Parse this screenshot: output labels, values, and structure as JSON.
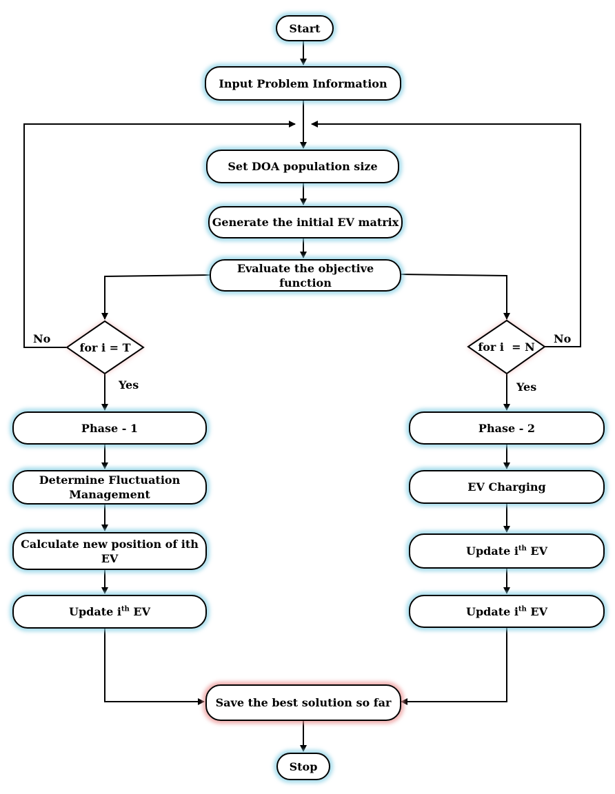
{
  "nodes": {
    "start": "Start",
    "input": "Input Problem Information",
    "set_pop": "Set DOA population size",
    "gen_matrix": "Generate the initial EV matrix",
    "evaluate": "Evaluate the objective function",
    "decision_left": "for i = T",
    "decision_right": "for i  = N",
    "phase1": "Phase - 1",
    "fluct_line1": "Determine Fluctuation",
    "fluct_line2": "Management",
    "calc_line1": "Calculate new position of ith",
    "calc_line2": "EV",
    "update_prefix": "Update i",
    "update_sup": "th",
    "update_suffix": " EV",
    "phase2": "Phase - 2",
    "ev_charging": "EV Charging",
    "save": "Save the best solution so far",
    "stop": "Stop"
  },
  "labels": {
    "no": "No",
    "yes": "Yes"
  },
  "colors": {
    "line": "#000000",
    "glow_blue": "#8cd2e6",
    "glow_red": "#eb9696"
  }
}
